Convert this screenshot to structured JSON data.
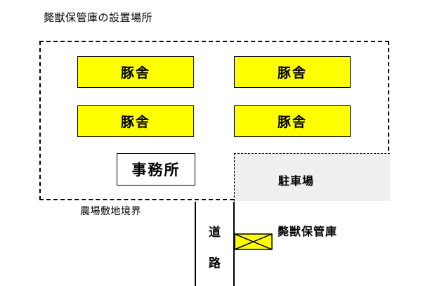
{
  "title": "斃獣保管庫の設置場所",
  "barns": [
    {
      "label": "豚舎"
    },
    {
      "label": "豚舎"
    },
    {
      "label": "豚舎"
    },
    {
      "label": "豚舎"
    }
  ],
  "office": {
    "label": "事務所"
  },
  "parking": {
    "label": "駐車場"
  },
  "farm_boundary": {
    "label": "農場敷地境界"
  },
  "road": {
    "label_top": "道",
    "label_bottom": "路"
  },
  "storage": {
    "label": "斃獣保管庫"
  },
  "colors": {
    "barn_fill": "#ffff00",
    "storage_fill": "#ffff00",
    "parking_fill": "#efefef"
  }
}
